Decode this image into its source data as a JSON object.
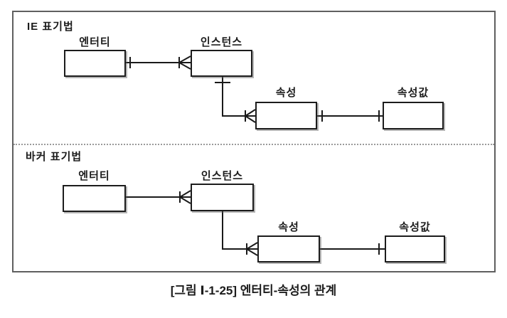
{
  "figure": {
    "sections": [
      {
        "title": "IE 표기법",
        "boxes": [
          {
            "label": "엔터티"
          },
          {
            "label": "인스턴스"
          },
          {
            "label": "속성"
          },
          {
            "label": "속성값"
          }
        ]
      },
      {
        "title": "바커 표기법",
        "boxes": [
          {
            "label": "엔터티"
          },
          {
            "label": "인스턴스"
          },
          {
            "label": "속성"
          },
          {
            "label": "속성값"
          }
        ]
      }
    ],
    "caption": "[그림 Ⅰ-1-25] 엔터티-속성의 관계"
  },
  "colors": {
    "line": "#1a1a1a",
    "frame_border": "#5f5f5f",
    "divider_dotted": "#9a9a9a",
    "background": "#ffffff"
  }
}
